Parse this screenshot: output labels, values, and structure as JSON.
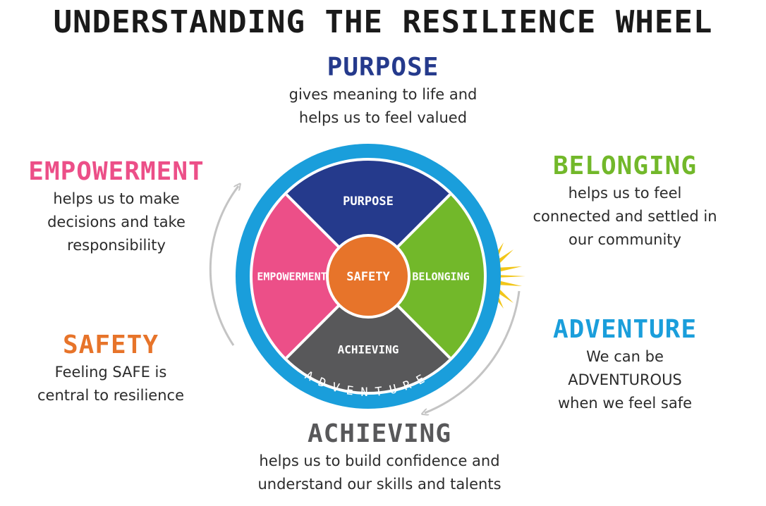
{
  "title": "UNDERSTANDING THE RESILIENCE WHEEL",
  "colors": {
    "purpose": "#253a8c",
    "empowerment": "#ec4f88",
    "belonging": "#72b82a",
    "achieving": "#58585a",
    "safety": "#e7742a",
    "adventure": "#1a9edb",
    "arrow": "#c4c4c4",
    "burst": "#f2c619"
  },
  "sections": {
    "purpose": {
      "heading": "PURPOSE",
      "desc_lines": [
        "gives meaning to life and",
        "helps us to feel valued"
      ]
    },
    "empowerment": {
      "heading": "EMPOWERMENT",
      "desc_lines": [
        "helps us to make",
        "decisions and take",
        "responsibility"
      ]
    },
    "belonging": {
      "heading": "BELONGING",
      "desc_lines": [
        "helps us to feel",
        "connected and settled in",
        "our community"
      ]
    },
    "adventure": {
      "heading": "ADVENTURE",
      "desc_lines": [
        "We can be",
        "ADVENTUROUS",
        "when we feel safe"
      ]
    },
    "safety": {
      "heading": "SAFETY",
      "desc_lines": [
        "Feeling SAFE is",
        "central to resilience"
      ]
    },
    "achieving": {
      "heading": "ACHIEVING",
      "desc_lines": [
        "helps us to build confidence and",
        "understand our skills and talents"
      ]
    }
  },
  "wheel": {
    "purpose_label": "PURPOSE",
    "empowerment_label": "EMPOWERMENT",
    "belonging_label": "BELONGING",
    "achieving_label": "ACHIEVING",
    "safety_label": "SAFETY",
    "ring_label": "ADVENTURE"
  }
}
